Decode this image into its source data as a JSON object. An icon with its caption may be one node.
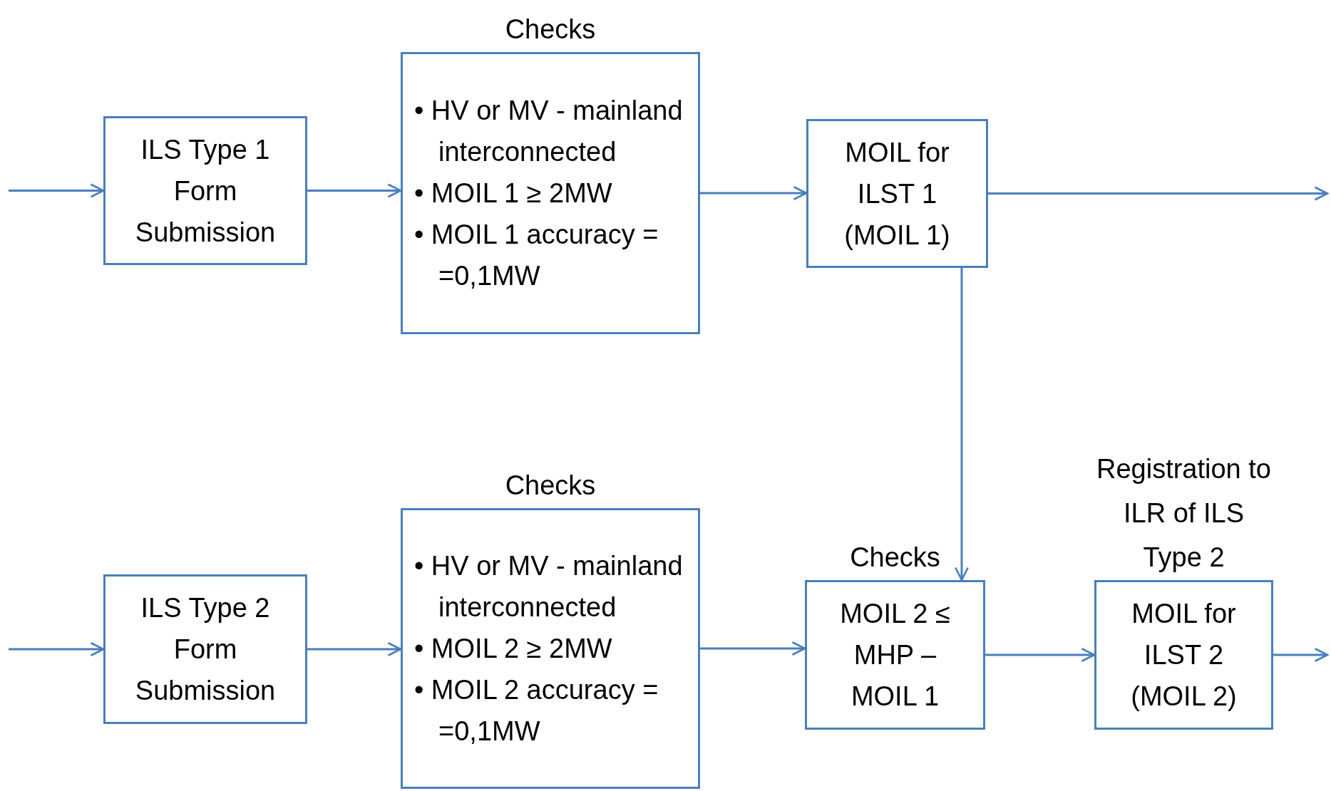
{
  "diagram": {
    "nodes": [
      {
        "text": [
          "ILS Type 1 Form Submission"
        ]
      },
      {
        "text": [
          "Checks",
          "• HV or MV - mainland interconnected",
          "• MOIL 1 ≥ 2MW",
          "• MOIL 1 accuracy = =0,1MW"
        ]
      },
      {
        "text": [
          "MOIL for ILST 1 (MOIL 1)"
        ]
      },
      {
        "text": [
          "ILS Type 2 Form Submission"
        ]
      },
      {
        "text": [
          "Checks",
          "• HV or MV - mainland interconnected",
          "• MOIL 2 ≥ 2MW",
          "• MOIL 2 accuracy = =0,1MW"
        ]
      },
      {
        "text": [
          "Checks",
          "MOIL 2 ≤ MHP – MOIL 1"
        ]
      },
      {
        "text": [
          "Registration to ILR of ILS Type 2",
          "MOIL for ILST 2 (MOIL 2)"
        ]
      }
    ],
    "edges": [
      {
        "from": null,
        "to": 0,
        "arrow": "to"
      },
      {
        "from": 0,
        "to": 1,
        "arrow": "to"
      },
      {
        "from": 1,
        "to": 2,
        "arrow": "to"
      },
      {
        "from": 2,
        "to": null,
        "arrow": "to"
      },
      {
        "from": 2,
        "to": 5,
        "arrow": "to"
      },
      {
        "from": null,
        "to": 3,
        "arrow": "to"
      },
      {
        "from": 3,
        "to": 4,
        "arrow": "to"
      },
      {
        "from": 4,
        "to": 5,
        "arrow": "to"
      },
      {
        "from": 5,
        "to": 6,
        "arrow": "to"
      },
      {
        "from": 6,
        "to": null,
        "arrow": "to"
      }
    ]
  }
}
